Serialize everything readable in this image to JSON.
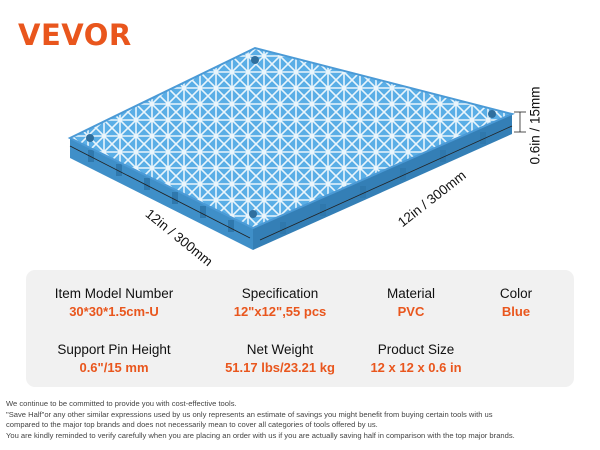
{
  "brand": {
    "logo_text": "VEVOR",
    "accent_color": "#e9561d"
  },
  "product": {
    "name": "tile-icon",
    "color": "#5aaee6"
  },
  "dimensions": {
    "left": "12in / 300mm",
    "right": "12in / 300mm",
    "height": "0.6in / 15mm"
  },
  "specs": [
    {
      "label": "Item Model Number",
      "value": "30*30*1.5cm-U"
    },
    {
      "label": "Specification",
      "value": "12\"x12\",55 pcs"
    },
    {
      "label": "Material",
      "value": "PVC"
    },
    {
      "label": "Color",
      "value": "Blue"
    },
    {
      "label": "Support Pin Height",
      "value": "0.6\"/15 mm"
    },
    {
      "label": "Net Weight",
      "value": "51.17 lbs/23.21 kg"
    },
    {
      "label": "Product Size",
      "value": "12 x 12 x 0.6 in"
    }
  ],
  "disclaimer": [
    "We continue to be committed to provide you with cost-effective tools.",
    "\"Save Half\"or any other similar expressions used by us only represents an estimate of savings you might benefit from buying certain tools with us",
    "compared to the major top brands and does not necessarily mean to cover all categories of tools offered by us.",
    "You are kindly reminded to verify carefully when you are placing an order with us if you are actually saving half in comparison with the top major brands."
  ]
}
